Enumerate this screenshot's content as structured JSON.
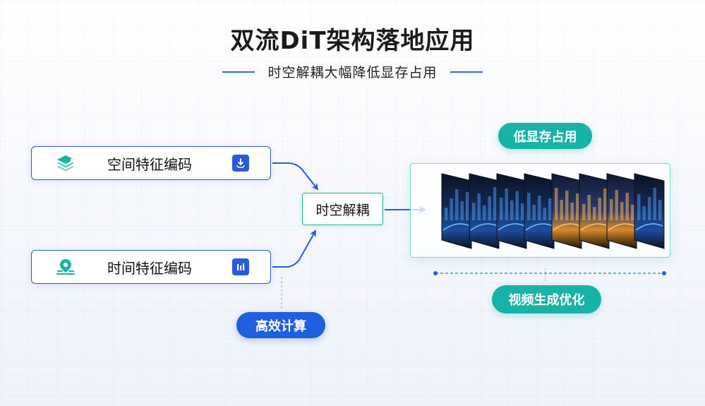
{
  "header": {
    "title": "双流DiT架构落地应用",
    "subtitle": "时空解耦大幅降低显存占用"
  },
  "encoders": {
    "spatial": {
      "label": "空间特征编码",
      "lead_icon": "layers-icon",
      "tail_icon": "download-icon"
    },
    "temporal": {
      "label": "时间特征编码",
      "lead_icon": "location-pin-icon",
      "tail_icon": "bar-chart-icon"
    }
  },
  "center": {
    "decouple_label": "时空解耦"
  },
  "badges": {
    "efficient_compute": "高效计算",
    "low_memory": "低显存占用",
    "video_optimization": "视频生成优化"
  },
  "frames": {
    "count": 8,
    "image": "night-city-skyline"
  },
  "colors": {
    "primary_blue": "#2a5bd7",
    "accent_teal": "#18b3a7",
    "text_dark": "#1a1a1a"
  }
}
